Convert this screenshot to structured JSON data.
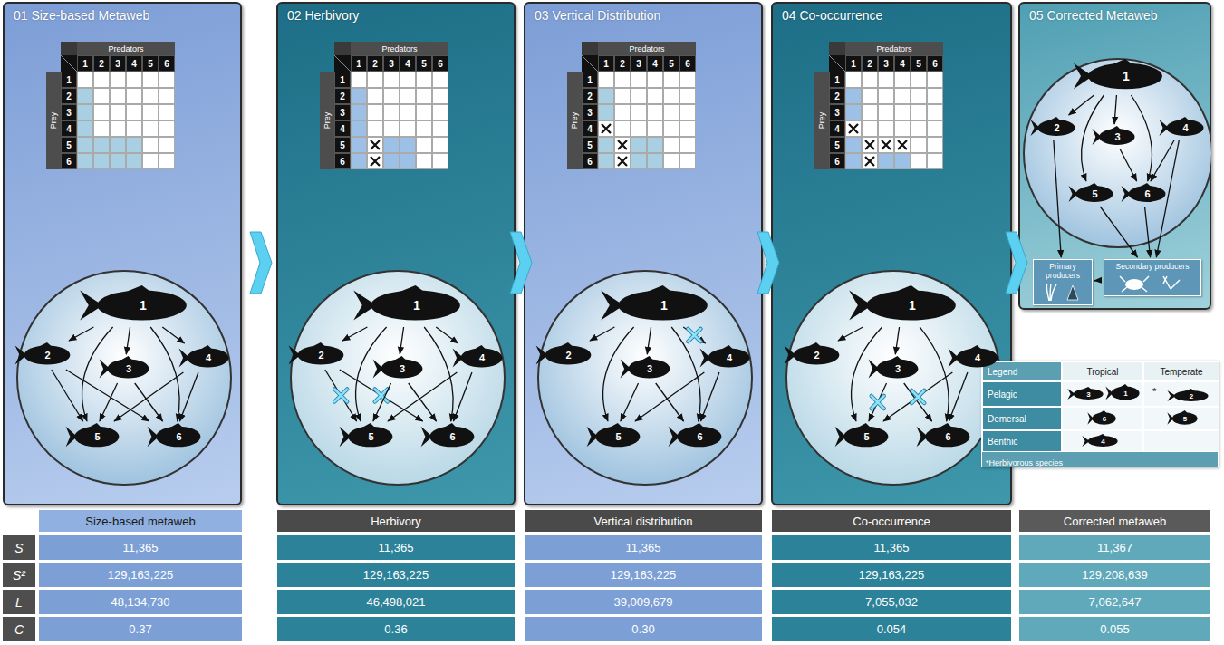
{
  "diagram": {
    "nodes": [
      {
        "text": [
          "01 Size-based Metaweb"
        ]
      },
      {
        "text": [
          "1"
        ],
        "in": 0
      },
      {
        "text": [
          "2"
        ],
        "in": 0
      },
      {
        "text": [
          "3"
        ],
        "in": 0
      },
      {
        "text": [
          "4"
        ],
        "in": 0
      },
      {
        "text": [
          "5"
        ],
        "in": 0
      },
      {
        "text": [
          "6"
        ],
        "in": 0
      },
      {
        "text": [
          "02 Herbivory"
        ]
      },
      {
        "text": [
          "1"
        ],
        "in": 7
      },
      {
        "text": [
          "2"
        ],
        "in": 7
      },
      {
        "text": [
          "3"
        ],
        "in": 7
      },
      {
        "text": [
          "4"
        ],
        "in": 7
      },
      {
        "text": [
          "5"
        ],
        "in": 7
      },
      {
        "text": [
          "6"
        ],
        "in": 7
      },
      {
        "text": [
          "03 Vertical Distribution"
        ]
      },
      {
        "text": [
          "1"
        ],
        "in": 14
      },
      {
        "text": [
          "2"
        ],
        "in": 14
      },
      {
        "text": [
          "3"
        ],
        "in": 14
      },
      {
        "text": [
          "4"
        ],
        "in": 14
      },
      {
        "text": [
          "5"
        ],
        "in": 14
      },
      {
        "text": [
          "6"
        ],
        "in": 14
      },
      {
        "text": [
          "04 Co-occurrence"
        ]
      },
      {
        "text": [
          "1"
        ],
        "in": 21
      },
      {
        "text": [
          "2"
        ],
        "in": 21
      },
      {
        "text": [
          "3"
        ],
        "in": 21
      },
      {
        "text": [
          "4"
        ],
        "in": 21
      },
      {
        "text": [
          "5"
        ],
        "in": 21
      },
      {
        "text": [
          "6"
        ],
        "in": 21
      },
      {
        "text": [
          "05 Corrected Metaweb"
        ]
      },
      {
        "text": [
          "1"
        ],
        "in": 28
      },
      {
        "text": [
          "2"
        ],
        "in": 28
      },
      {
        "text": [
          "3"
        ],
        "in": 28
      },
      {
        "text": [
          "4"
        ],
        "in": 28
      },
      {
        "text": [
          "5"
        ],
        "in": 28
      },
      {
        "text": [
          "6"
        ],
        "in": 28
      },
      {
        "text": [
          "Primary producers"
        ],
        "in": 28
      },
      {
        "text": [
          "Secondary producers"
        ],
        "in": 28
      }
    ],
    "edges": [
      {
        "from": 1,
        "to": 2,
        "arrow": "to"
      },
      {
        "from": 1,
        "to": 3,
        "arrow": "to"
      },
      {
        "from": 1,
        "to": 4,
        "arrow": "to"
      },
      {
        "from": 1,
        "to": 5,
        "arrow": "to"
      },
      {
        "from": 1,
        "to": 6,
        "arrow": "to"
      },
      {
        "from": 2,
        "to": 5,
        "arrow": "to"
      },
      {
        "from": 2,
        "to": 6,
        "arrow": "to"
      },
      {
        "from": 3,
        "to": 5,
        "arrow": "to"
      },
      {
        "from": 3,
        "to": 6,
        "arrow": "to"
      },
      {
        "from": 4,
        "to": 5,
        "arrow": "to"
      },
      {
        "from": 4,
        "to": 6,
        "arrow": "to"
      },
      {
        "from": 8,
        "to": 9,
        "arrow": "to"
      },
      {
        "from": 8,
        "to": 10,
        "arrow": "to"
      },
      {
        "from": 8,
        "to": 11,
        "arrow": "to"
      },
      {
        "from": 8,
        "to": 12,
        "arrow": "to"
      },
      {
        "from": 8,
        "to": 13,
        "arrow": "to"
      },
      {
        "from": 9,
        "to": 12,
        "arrow": "to"
      },
      {
        "from": 9,
        "to": 13,
        "arrow": "to"
      },
      {
        "from": 10,
        "to": 12,
        "arrow": "to"
      },
      {
        "from": 10,
        "to": 13,
        "arrow": "to"
      },
      {
        "from": 11,
        "to": 12,
        "arrow": "to"
      },
      {
        "from": 11,
        "to": 13,
        "arrow": "to"
      },
      {
        "from": 15,
        "to": 16,
        "arrow": "to"
      },
      {
        "from": 15,
        "to": 17,
        "arrow": "to"
      },
      {
        "from": 15,
        "to": 18,
        "arrow": "to"
      },
      {
        "from": 15,
        "to": 19,
        "arrow": "to"
      },
      {
        "from": 15,
        "to": 20,
        "arrow": "to"
      },
      {
        "from": 17,
        "to": 19,
        "arrow": "to"
      },
      {
        "from": 17,
        "to": 20,
        "arrow": "to"
      },
      {
        "from": 18,
        "to": 19,
        "arrow": "to"
      },
      {
        "from": 18,
        "to": 20,
        "arrow": "to"
      },
      {
        "from": 22,
        "to": 23,
        "arrow": "to"
      },
      {
        "from": 22,
        "to": 24,
        "arrow": "to"
      },
      {
        "from": 22,
        "to": 26,
        "arrow": "to"
      },
      {
        "from": 22,
        "to": 27,
        "arrow": "to"
      },
      {
        "from": 24,
        "to": 26,
        "arrow": "to"
      },
      {
        "from": 24,
        "to": 27,
        "arrow": "to"
      },
      {
        "from": 25,
        "to": 26,
        "arrow": "to"
      },
      {
        "from": 25,
        "to": 27,
        "arrow": "to"
      },
      {
        "from": 29,
        "to": 30,
        "arrow": "to"
      },
      {
        "from": 29,
        "to": 31,
        "arrow": "to"
      },
      {
        "from": 29,
        "to": 33,
        "arrow": "to"
      },
      {
        "from": 29,
        "to": 34,
        "arrow": "to"
      },
      {
        "from": 31,
        "to": 34,
        "arrow": "to"
      },
      {
        "from": 32,
        "to": 34,
        "arrow": "to"
      },
      {
        "from": 30,
        "to": 35,
        "arrow": "to"
      },
      {
        "from": 33,
        "to": 36,
        "arrow": "to"
      },
      {
        "from": 34,
        "to": 36,
        "arrow": "to"
      },
      {
        "from": 32,
        "to": 36,
        "arrow": "to"
      },
      {
        "from": 36,
        "to": 35,
        "arrow": "to"
      }
    ],
    "labels": [
      "Predators",
      "1",
      "2",
      "3",
      "4",
      "5",
      "6",
      "Prey",
      "1",
      "2",
      "3",
      "4",
      "5",
      "6",
      "Predators",
      "1",
      "2",
      "3",
      "4",
      "5",
      "6",
      "Prey",
      "1",
      "2",
      "3",
      "4",
      "5",
      "6",
      "Predators",
      "1",
      "2",
      "3",
      "4",
      "5",
      "6",
      "Prey",
      "1",
      "2",
      "3",
      "4",
      "5",
      "6",
      "Predators",
      "1",
      "2",
      "3",
      "4",
      "5",
      "6",
      "Prey",
      "1",
      "2",
      "3",
      "4",
      "5",
      "6",
      "Legend",
      "Tropical",
      "Temperate",
      "Pelagic",
      "3",
      "1",
      "*",
      "2",
      "Demersal",
      "6",
      "5",
      "Benthic",
      "4",
      "*Herbivorous species",
      "Size-based metaweb",
      "Herbivory",
      "Vertical distribution",
      "Co-occurrence",
      "Corrected metaweb",
      "S",
      "S²",
      "L",
      "C",
      "11,365",
      "129,163,225",
      "48,134,730",
      "0.37",
      "11,365",
      "129,163,225",
      "46,498,021",
      "0.36",
      "11,365",
      "129,163,225",
      "39,009,679",
      "0.30",
      "11,365",
      "129,163,225",
      "7,055,032",
      "0.054",
      "11,367",
      "129,208,639",
      "7,062,647",
      "0.055"
    ]
  }
}
